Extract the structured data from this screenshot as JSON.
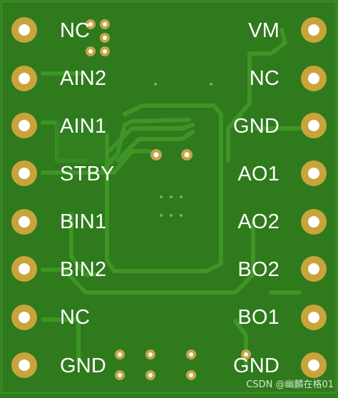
{
  "board": {
    "colors": {
      "board": "#2f7a1c",
      "trace": "#3e9526",
      "pad_ring": "#c9a43a",
      "pad_hole": "#ffffff",
      "via": "#c4a54a",
      "label": "#ffffff"
    },
    "left_pins": [
      "NC",
      "AIN2",
      "AIN1",
      "STBY",
      "BIN1",
      "BIN2",
      "NC",
      "GND"
    ],
    "right_pins": [
      "VM",
      "NC",
      "GND",
      "AO1",
      "AO2",
      "BO2",
      "BO1",
      "GND"
    ]
  },
  "watermark": "CSDN @幽麟在格01"
}
